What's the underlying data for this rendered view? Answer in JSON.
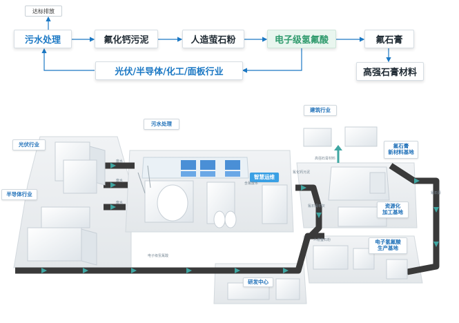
{
  "flow": {
    "discharge_label": "达标排放",
    "nodes": {
      "wastewater": "污水处理",
      "sludge": "氟化钙污泥",
      "fluorite": "人造萤石粉",
      "hf_acid": "电子级氢氟酸",
      "gypsum": "氟石膏",
      "gypsum_material": "高强石膏材料"
    },
    "industry": "光伏/半导体/化工/面板行业"
  },
  "plant": {
    "labels": {
      "pv": "光伏行业",
      "semi": "半导体行业",
      "wastewater": "污水处理",
      "smart_ops": "智慧运维",
      "construction": "建筑行业",
      "gypsum_base": "氟石膏\n新材料基地",
      "recycle_base": "资源化\n加工基地",
      "hf_base": "电子氢氟酸\n生产基地",
      "rnd": "研发中心"
    },
    "road_labels": {
      "bottom": "电子级氢氟酸",
      "right": "氟石膏",
      "fluorite_road": "人造萤石粉",
      "cement_road": "氟石膏石灰",
      "sludge_road": "氟化钙污泥",
      "building_road": "高强石膏材料",
      "waste_road": "含氟废水",
      "pipe1": "废水",
      "pipe2": "废水",
      "pipe3": "废水"
    }
  },
  "colors": {
    "accent_blue": "#1b78c4",
    "accent_green": "#2e9a6c",
    "road": "#3a3a3a",
    "road_arrow": "#3fa6a2"
  }
}
